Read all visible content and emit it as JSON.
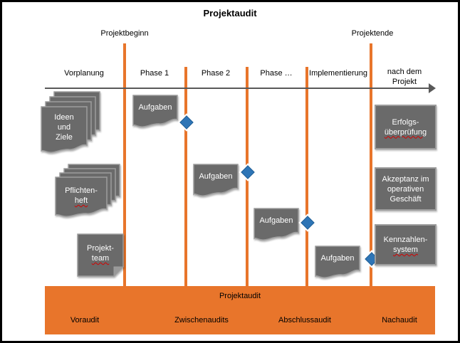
{
  "title": "Projektaudit",
  "timeline": {
    "begin_label": "Projektbeginn",
    "end_label": "Projektende",
    "phases": [
      "Vorplanung",
      "Phase 1",
      "Phase 2",
      "Phase …",
      "Implementierung",
      "nach dem Projekt"
    ]
  },
  "artifacts": {
    "ideen": {
      "line1": "Ideen",
      "line2": "und",
      "line3": "Ziele"
    },
    "pflichtenheft": {
      "line1": "Pflichten-",
      "line2": "heft"
    },
    "projektteam": {
      "line1": "Projekt-",
      "line2": "team"
    }
  },
  "tasks": {
    "label": "Aufgaben"
  },
  "outcomes": {
    "erfolg": {
      "line1": "Erfolgs-",
      "line2": "überprüfung"
    },
    "akzeptanz": {
      "line1": "Akzeptanz im",
      "line2": "operativen",
      "line3": "Geschäft"
    },
    "kennzahlen": {
      "line1": "Kennzahlen-",
      "line2": "system"
    }
  },
  "audit_bar": {
    "label": "Projektaudit",
    "audits": [
      "Voraudit",
      "Zwischenaudits",
      "Abschlussaudit",
      "Nachaudit"
    ]
  },
  "colors": {
    "orange": "#E8752B",
    "gray_shape": "#6A6A6A",
    "gray_border": "#9D9D9D",
    "diamond_blue": "#2E75B6",
    "timeline_gray": "#595959",
    "spellcheck_red": "#D40000"
  }
}
